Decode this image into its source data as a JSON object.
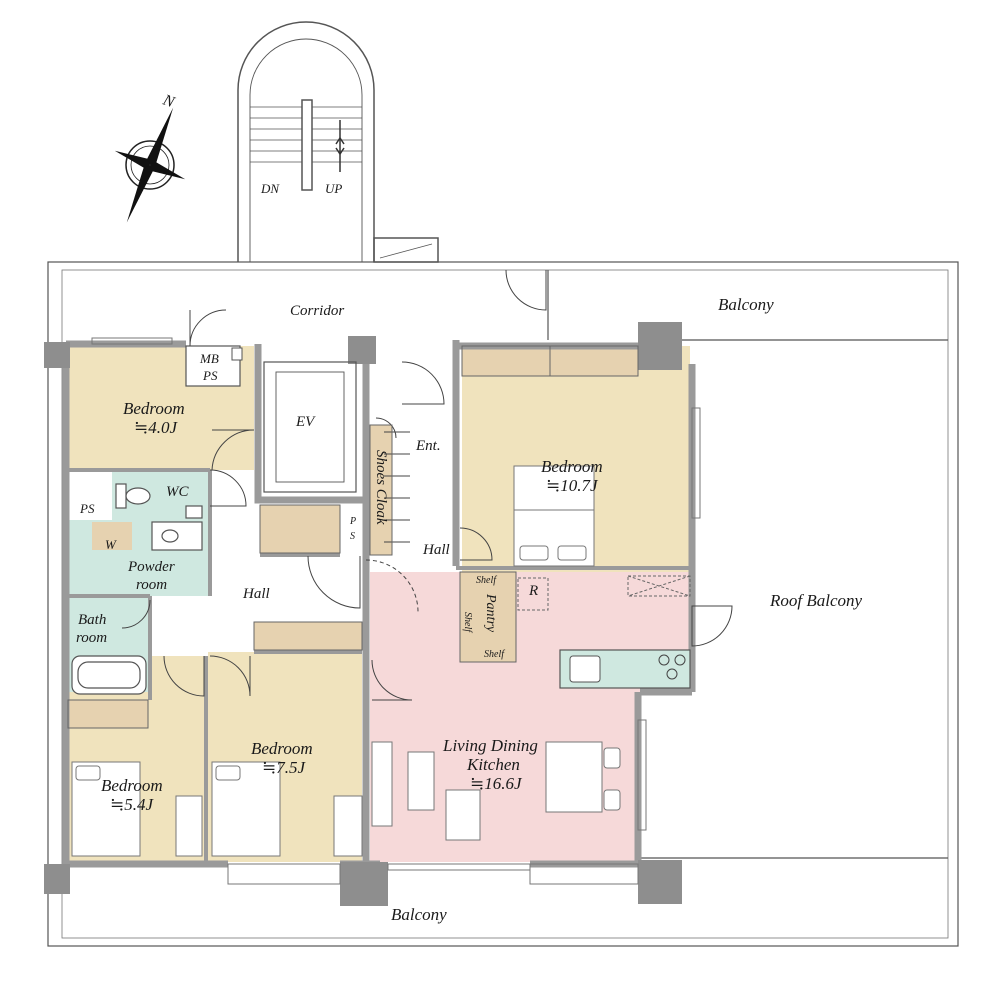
{
  "compass": {
    "north_label": "N"
  },
  "stairs": {
    "down_label": "DN",
    "up_label": "UP"
  },
  "areas": {
    "corridor": "Corridor",
    "balcony_top": "Balcony",
    "balcony_bottom": "Balcony",
    "roof_balcony": "Roof Balcony",
    "elevator": "EV",
    "mb_ps_1": "MB",
    "mb_ps_2": "PS",
    "ps_left": "PS",
    "ps_center_1": "P",
    "ps_center_2": "S"
  },
  "rooms": {
    "bedroom_nw": {
      "name": "Bedroom",
      "size": "≒4.0J"
    },
    "bedroom_ne": {
      "name": "Bedroom",
      "size": "≒10.7J"
    },
    "bedroom_sw": {
      "name": "Bedroom",
      "size": "≒5.4J"
    },
    "bedroom_s": {
      "name": "Bedroom",
      "size": "≒7.5J"
    },
    "ldk": {
      "name_line1": "Living Dining",
      "name_line2": "Kitchen",
      "size": "≒16.6J"
    },
    "wc": "WC",
    "washer": "W",
    "powder_1": "Powder",
    "powder_2": "room",
    "bath_1": "Bath",
    "bath_2": "room",
    "hall_main": "Hall",
    "hall_entry": "Hall",
    "entrance": "Ent.",
    "shoes_cloak": "Shoes Cloak",
    "pantry": "Pantry",
    "shelf_top": "Shelf",
    "shelf_side": "Shelf",
    "shelf_bottom": "Shelf",
    "refrigerator": "R"
  },
  "colors": {
    "wall": "#9a9a9a",
    "pillar": "#8e8e8e",
    "bedroom_fill": "#f0e3bd",
    "ldk_fill": "#f6d9d9",
    "wet_fill": "#cfe8e0",
    "storage_fill": "#e6d2b0",
    "outline": "#4a4a4a"
  }
}
